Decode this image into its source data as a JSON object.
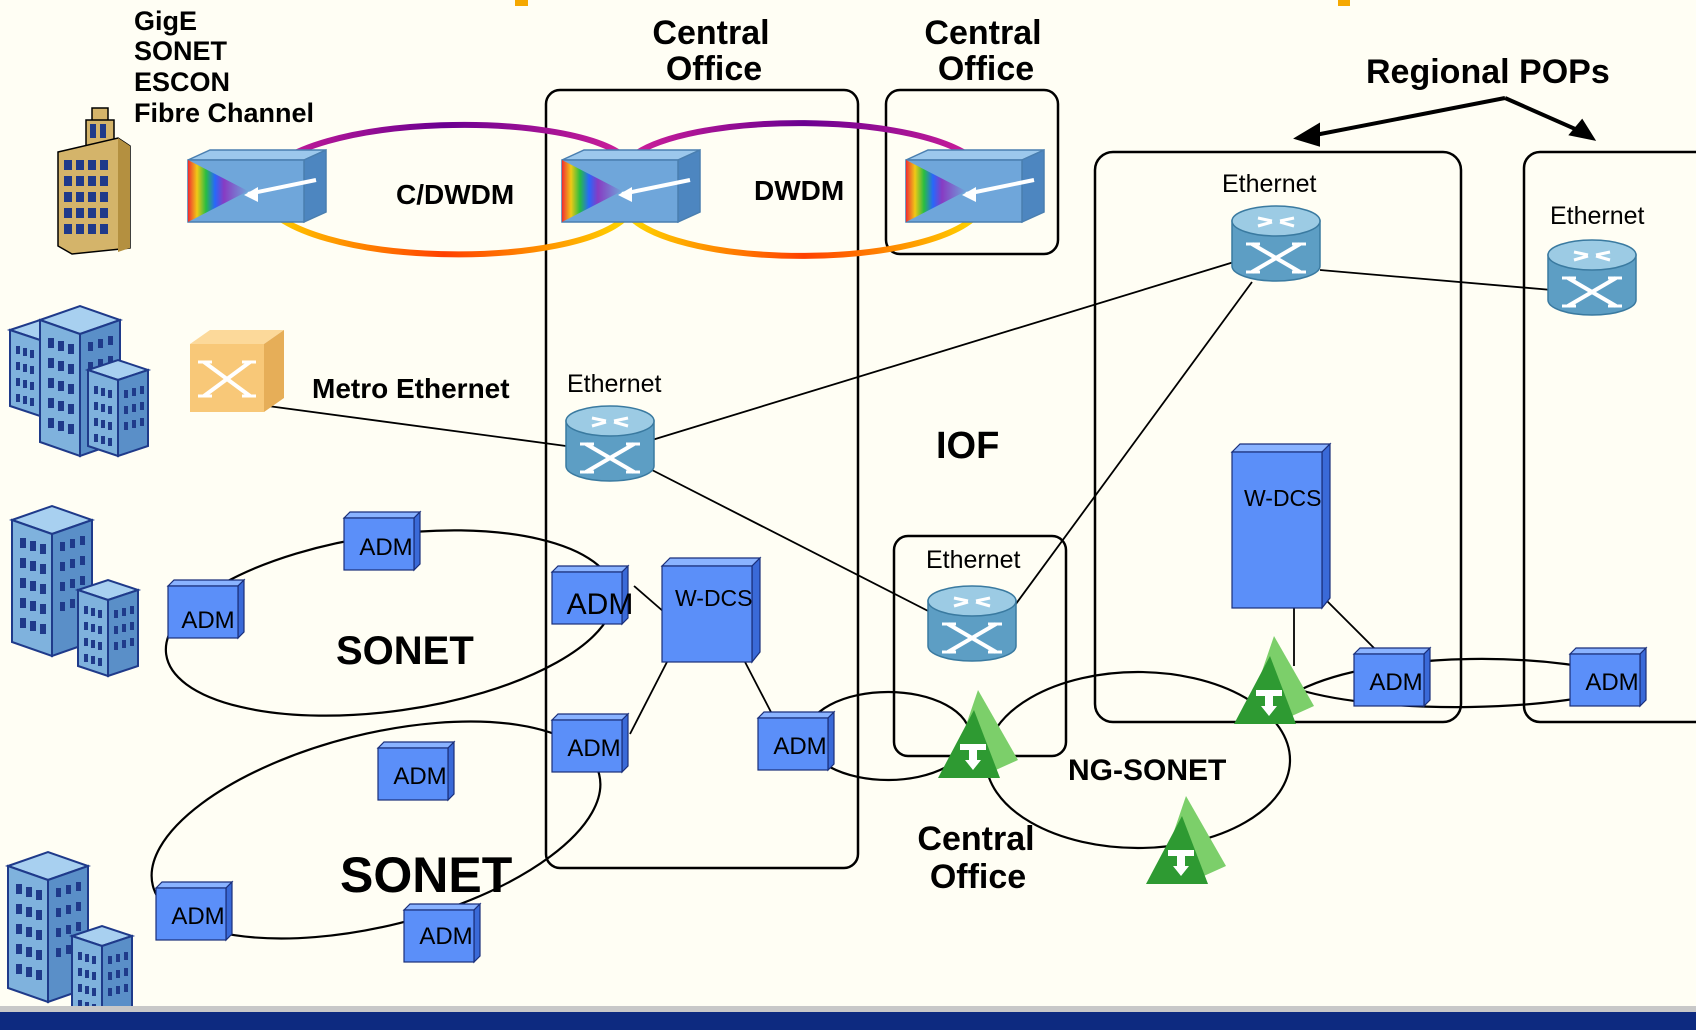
{
  "header": {
    "title_visible_fragment": "",
    "title_color": "#f5a800"
  },
  "client_protocols": [
    "GigE",
    "SONET",
    "ESCON",
    "Fibre Channel"
  ],
  "offices": {
    "central_office_1": [
      "Central",
      "Office"
    ],
    "central_office_2": [
      "Central",
      "Office"
    ],
    "central_office_3": [
      "Central",
      "Office"
    ],
    "regional_pops": "Regional  POPs",
    "iof": "IOF"
  },
  "links": {
    "cdwdm": "C/DWDM",
    "dwdm": "DWDM",
    "metro_ethernet": "Metro Ethernet",
    "sonet_ring_1": "SONET",
    "sonet_ring_2": "SONET",
    "ng_sonet": "NG-SONET"
  },
  "devices": {
    "ethernet": "Ethernet",
    "adm": "ADM",
    "wdcs": "W-DCS"
  },
  "colors": {
    "device_blue": "#5b8ff9",
    "router_blue": "#7ab0cc",
    "metro_switch": "#f8c878",
    "building": "#7fb2dd",
    "footer_bar": "#0d2a80",
    "green_device": "#35a83a"
  }
}
